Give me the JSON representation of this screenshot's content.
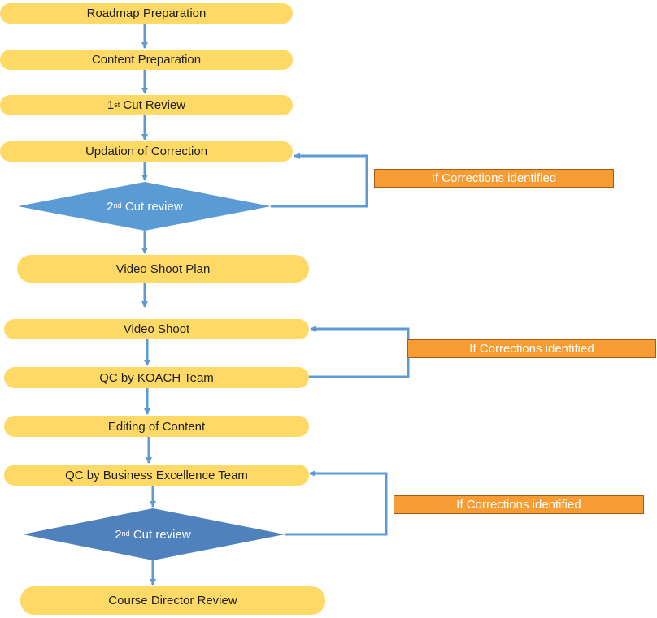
{
  "colors": {
    "box": "#ffd966",
    "diamond_1": "#5b9bd5",
    "diamond_2": "#4f81bd",
    "arrow": "#5b9bd5",
    "note": "#f79b33"
  },
  "steps": {
    "roadmap": "Roadmap Preparation",
    "content": "Content Preparation",
    "cut1_ordinal": "1",
    "cut1_suffix": "st",
    "cut1_rest": " Cut Review",
    "updation": "Updation of Correction",
    "video_plan": "Video Shoot Plan",
    "video_shoot": "Video Shoot",
    "qc_koach": "QC by KOACH Team",
    "editing": "Editing of Content",
    "qc_business": "QC by Business Excellence Team",
    "course_director": "Course Director Review"
  },
  "decisions": {
    "cut2_a_ordinal": "2",
    "cut2_a_suffix": "nd",
    "cut2_a_rest": " Cut review",
    "cut2_b_ordinal": "2",
    "cut2_b_suffix": "nd",
    "cut2_b_rest": " Cut review"
  },
  "notes": {
    "corrections_1": "If Corrections identified",
    "corrections_2": "If Corrections identified",
    "corrections_3": "If Corrections identified"
  }
}
